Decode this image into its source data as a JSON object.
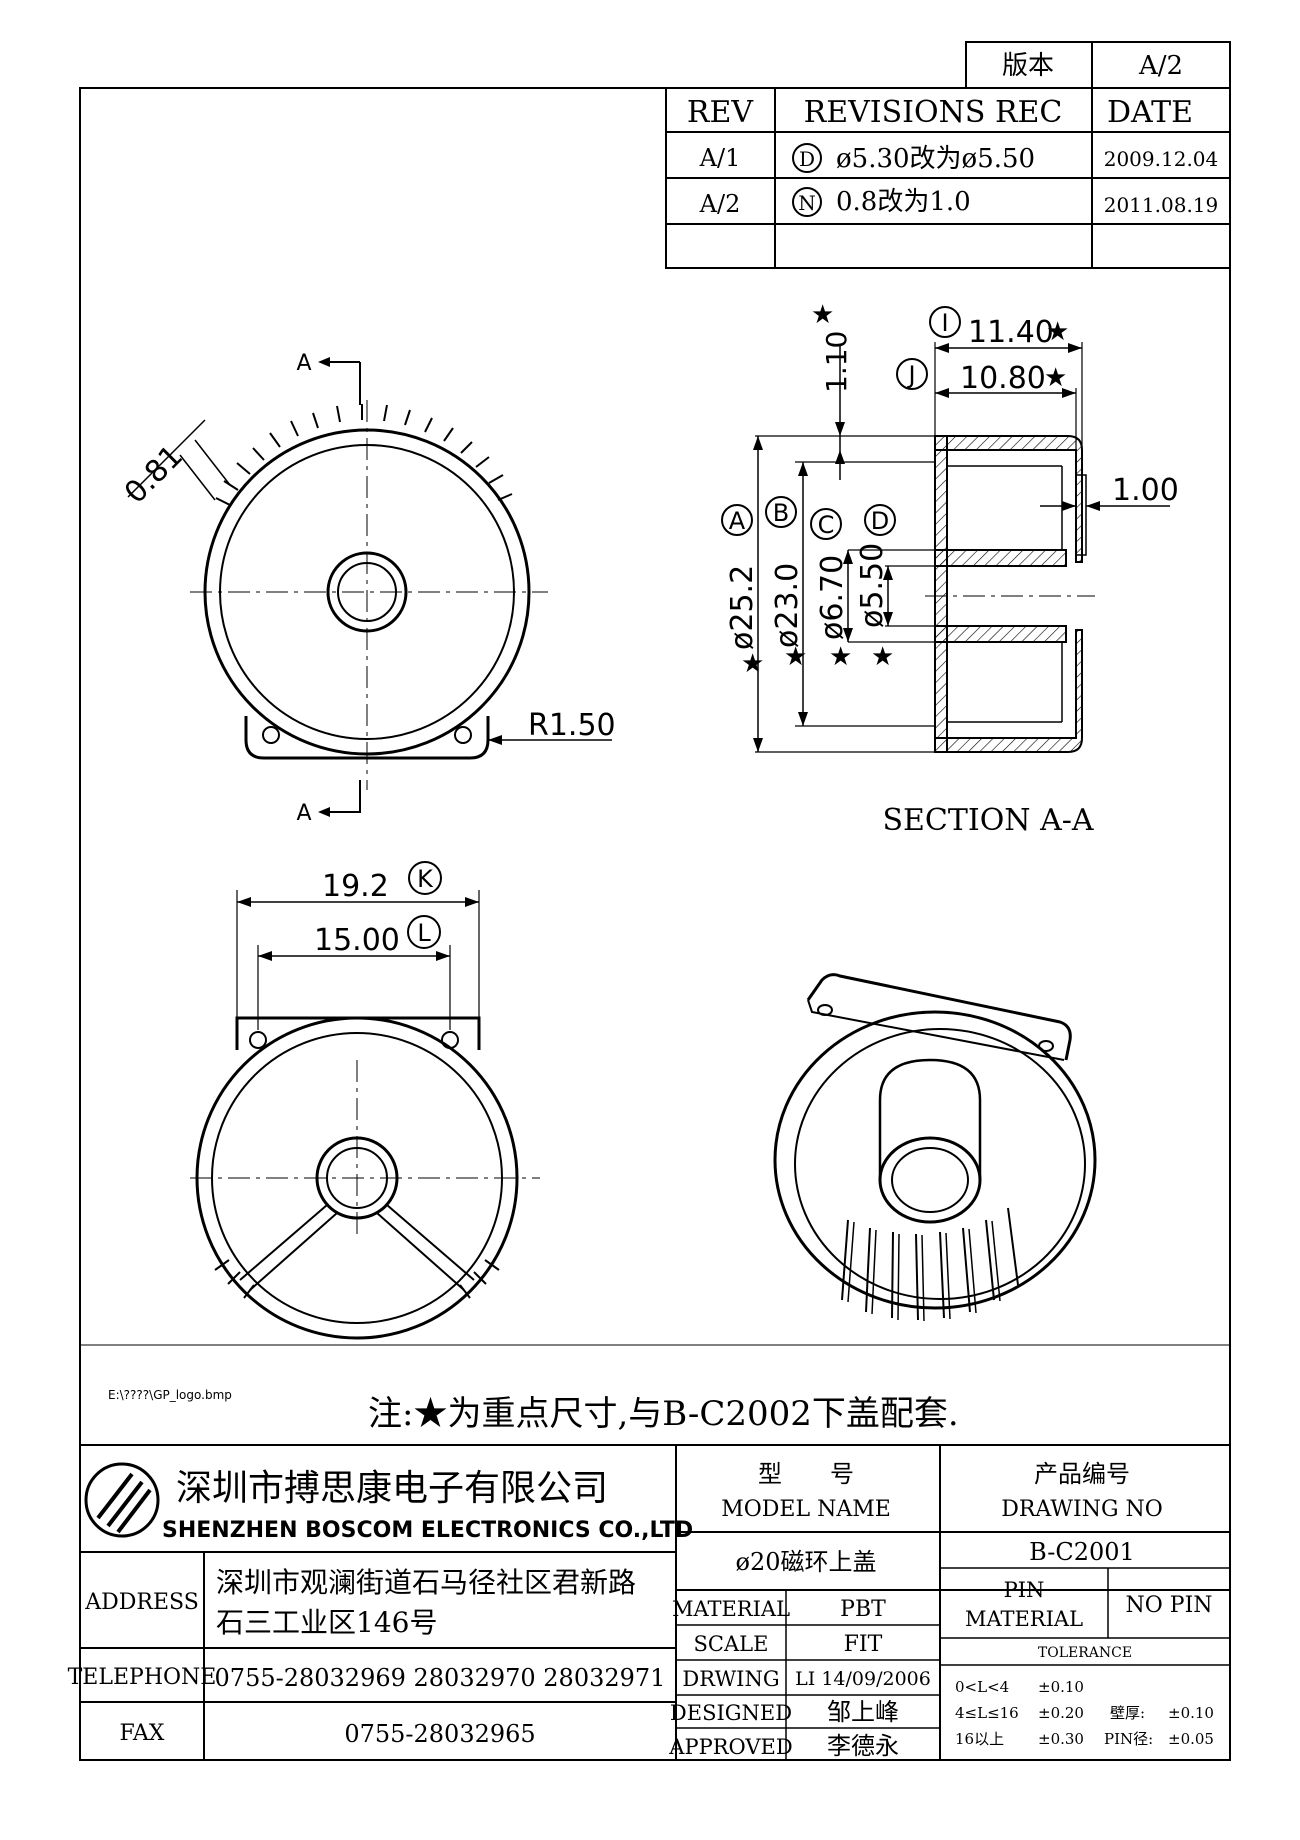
{
  "version_box": {
    "label": "版本",
    "value": "A/2"
  },
  "revisions": {
    "headers": {
      "rev": "REV",
      "rec": "REVISIONS REC",
      "date": "DATE"
    },
    "rows": [
      {
        "rev": "A/1",
        "mark": "D",
        "text": "ø5.30改为ø5.50",
        "date": "2009.12.04"
      },
      {
        "rev": "A/2",
        "mark": "N",
        "text": "0.8改为1.0",
        "date": "2011.08.19"
      }
    ]
  },
  "dims": {
    "d081": "0.81",
    "r150": "R1.50",
    "sec_a_top": "A",
    "sec_a_bottom": "A",
    "d110": "1.10",
    "d1140": "11.40",
    "d1080": "10.80",
    "d100": "1.00",
    "d252": "ø25.2",
    "d230": "ø23.0",
    "d670": "ø6.70",
    "d550": "ø5.50",
    "d192": "19.2",
    "d1500": "15.00",
    "star": "★",
    "marks": {
      "A": "A",
      "B": "B",
      "C": "C",
      "D": "D",
      "I": "I",
      "J": "J",
      "K": "K",
      "L": "L"
    }
  },
  "section_label": "SECTION A-A",
  "file_path": "E:\\????\\GP_logo.bmp",
  "note": "注:★为重点尺寸,与B-C2002下盖配套.",
  "company": {
    "name_cn": "深圳市搏思康电子有限公司",
    "name_en": "SHENZHEN BOSCOM ELECTRONICS CO.,LTD"
  },
  "model": {
    "label_cn": "型　　号",
    "label_en": "MODEL NAME",
    "value": "ø20磁环上盖"
  },
  "drawing": {
    "label_cn": "产品编号",
    "label_en": "DRAWING NO",
    "value": "B-C2001"
  },
  "address": {
    "label": "ADDRESS",
    "line1": "深圳市观澜街道石马径社区君新路",
    "line2": "石三工业区146号"
  },
  "telephone": {
    "label": "TELEPHONE",
    "value": "0755-28032969 28032970 28032971"
  },
  "fax": {
    "label": "FAX",
    "value": "0755-28032965"
  },
  "material": {
    "label": "MATERIAL",
    "value": "PBT"
  },
  "scale": {
    "label": "SCALE",
    "value": "FIT"
  },
  "drwing": {
    "label": "DRWING",
    "value": "LI 14/09/2006"
  },
  "designed": {
    "label": "DESIGNED",
    "value": "邹上峰"
  },
  "approved": {
    "label": "APPROVED",
    "value": "李德永"
  },
  "pin_material": {
    "label1": "PIN",
    "label2": "MATERIAL",
    "value": "NO PIN"
  },
  "tolerance": {
    "title": "TOLERANCE",
    "rows": [
      {
        "range": "0<L<4",
        "value": "±0.10",
        "extra_label": "",
        "extra_value": ""
      },
      {
        "range": "4≤L≤16",
        "value": "±0.20",
        "extra_label": "壁厚:",
        "extra_value": "±0.10"
      },
      {
        "range": "16以上",
        "value": "±0.30",
        "extra_label": "PIN径:",
        "extra_value": "±0.05"
      }
    ]
  }
}
